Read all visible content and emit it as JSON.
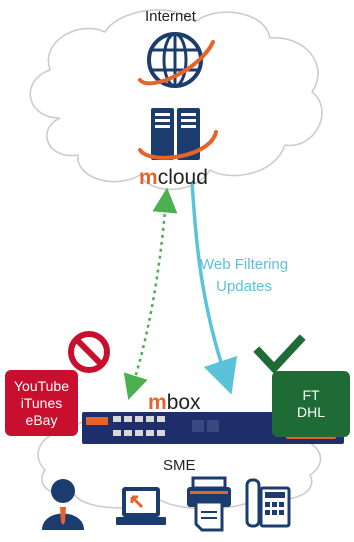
{
  "cloud_label": "Internet",
  "mcloud_brand": {
    "prefix": "m",
    "suffix": "cloud"
  },
  "mbox_brand": {
    "prefix": "m",
    "suffix": "box"
  },
  "updates_label": {
    "line1": "Web Filtering",
    "line2": "Updates"
  },
  "blocked_box": {
    "line1": "YouTube",
    "line2": "iTunes",
    "line3": "eBay",
    "color": "#c8102e"
  },
  "allowed_box": {
    "line1": "FT",
    "line2": "DHL",
    "color": "#1e6b35"
  },
  "sme_label": "SME",
  "colors": {
    "brand_orange": "#e4652b",
    "globe_blue": "#1d3c6e",
    "update_arrow": "#5bc3d9",
    "sync_arrow": "#4caf50",
    "block_red": "#c8102e",
    "check_green": "#1e6b35"
  },
  "icons": [
    "globe-icon",
    "server-icon",
    "no-entry-icon",
    "checkmark-icon",
    "router-device",
    "user-icon",
    "laptop-icon",
    "printer-icon",
    "phone-icon"
  ]
}
